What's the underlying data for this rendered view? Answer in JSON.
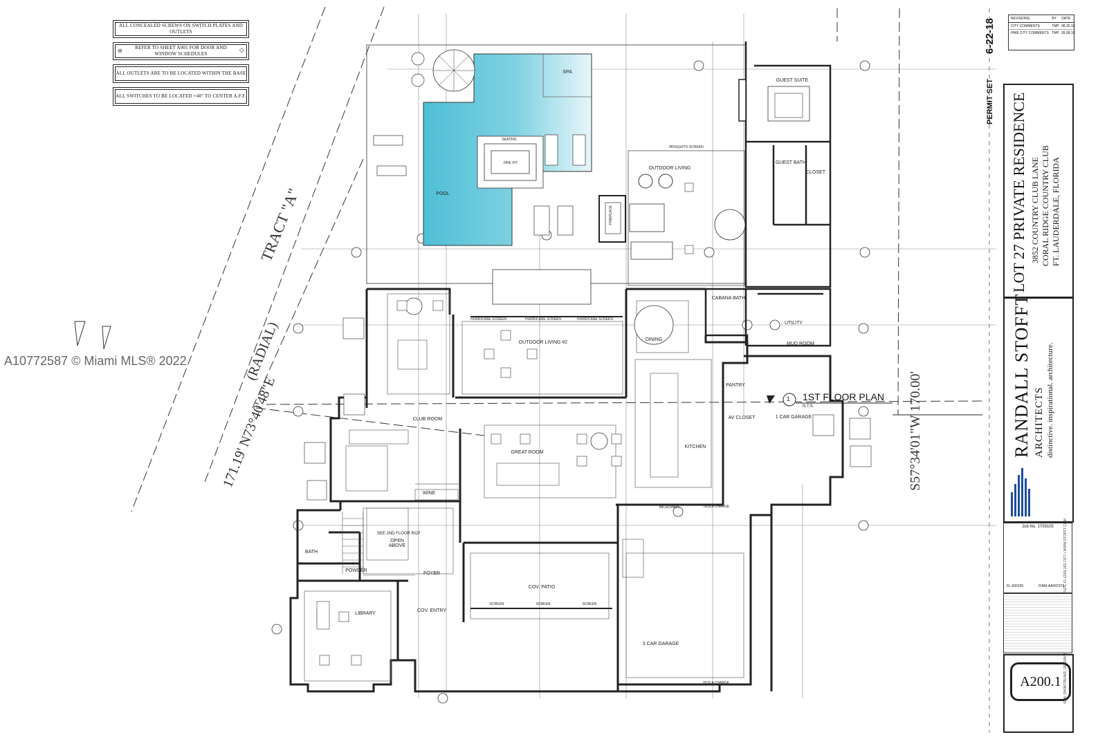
{
  "notes": [
    "ALL CONCEALED SCREWS ON SWITCH PLATES AND OUTLETS",
    "REFER TO SHEET A901 FOR DOOR AND WINDOW SCHEDULES",
    "ALL OUTLETS ARE TO BE LOCATED WITHIN THE BASE",
    "ALL SWITCHES TO BE LOCATED +40\" TO CENTER A.F.F."
  ],
  "site": {
    "tract": "TRACT \"A\"",
    "radial": "(RADIAL)",
    "west_bearing": "171.19'  N73°40'48\"E",
    "east_bearing": "S57°34'01\"W  170.00'"
  },
  "watermark": "A10772587 © Miami MLS® 2022",
  "rooms": {
    "spa": "SPA",
    "pool": "POOL",
    "seating": "SEATING",
    "fire_pit": "FIRE PIT",
    "guest_suite": "GUEST SUITE",
    "guest_bath": "GUEST BATH",
    "closet": "CLOSET",
    "outdoor_living": "OUTDOOR LIVING",
    "cabana_bath": "CABANA BATH",
    "utility": "UTILITY",
    "mud_room": "MUD ROOM",
    "dining": "DINING",
    "outdoor_living_2": "OUTDOOR LIVING #2",
    "pantry": "PANTRY",
    "av_closet": "AV CLOSET",
    "one_car_garage": "1 CAR GARAGE",
    "club_room": "CLUB ROOM",
    "great_room": "GREAT ROOM",
    "kitchen": "KITCHEN",
    "wine": "WINE",
    "microwave": "MICROWAVE",
    "see_2nd_floor": "SEE 2ND FLOOR RCP",
    "open_above": "OPEN ABOVE",
    "bath": "BATH",
    "powder": "POWDER",
    "foyer": "FOYER",
    "cov_patio": "COV. PATIO",
    "cov_entry": "COV. ENTRY",
    "library": "LIBRARY",
    "three_car_garage": "3 CAR GARAGE",
    "screen": "SCREEN",
    "mosquito_screen": "MOSQUITO SCREEN",
    "hurricane_screen": "HURRICANE SCREEN",
    "tesla_charge": "TESLA CHARGE",
    "fireplace": "FIREPLACE"
  },
  "plan_title": {
    "number": "1",
    "title": "1ST FLOOR PLAN",
    "scale": "N.T.S."
  },
  "title_block": {
    "revisions_header": "REVISIONS",
    "by_header": "BY",
    "date_header": "DATE",
    "revisions": [
      {
        "desc": "CITY COMMENTS",
        "by": "TMP",
        "date": "08.20.18"
      },
      {
        "desc": "HWE CITY COMMENTS",
        "by": "TMP",
        "date": "09.08.18"
      }
    ],
    "permit_set": "PERMIT SET",
    "permit_date": "6-22-18",
    "project_name": "LOT 27 PRIVATE RESIDENCE",
    "address": "3852 COUNTRY CLUB LANE",
    "club": "CORAL RIDGE COUNTRY CLUB",
    "city": "FT. LAUDERDALE, FLORIDA",
    "firm_name": "RANDALL STOFFT",
    "firm_sub": "ARCHITECTS",
    "tagline": "distinctive. inspirational. architecture.",
    "firm_address": "42 N. SWINTON AVE, DELRAY BEACH, FL 33444  (561) 243-0799  •  NAPLES, FL  (239) 262-7077  •  WWW.STOFFT.COM",
    "job_no": "Job No. 1709105",
    "license_left": "FL-000105",
    "license_right": "FIRM-AA002379",
    "sheet": "A200.1"
  },
  "colors": {
    "pool": "#5bc3d9",
    "line": "#222222",
    "light_line": "#9a9a9a"
  }
}
